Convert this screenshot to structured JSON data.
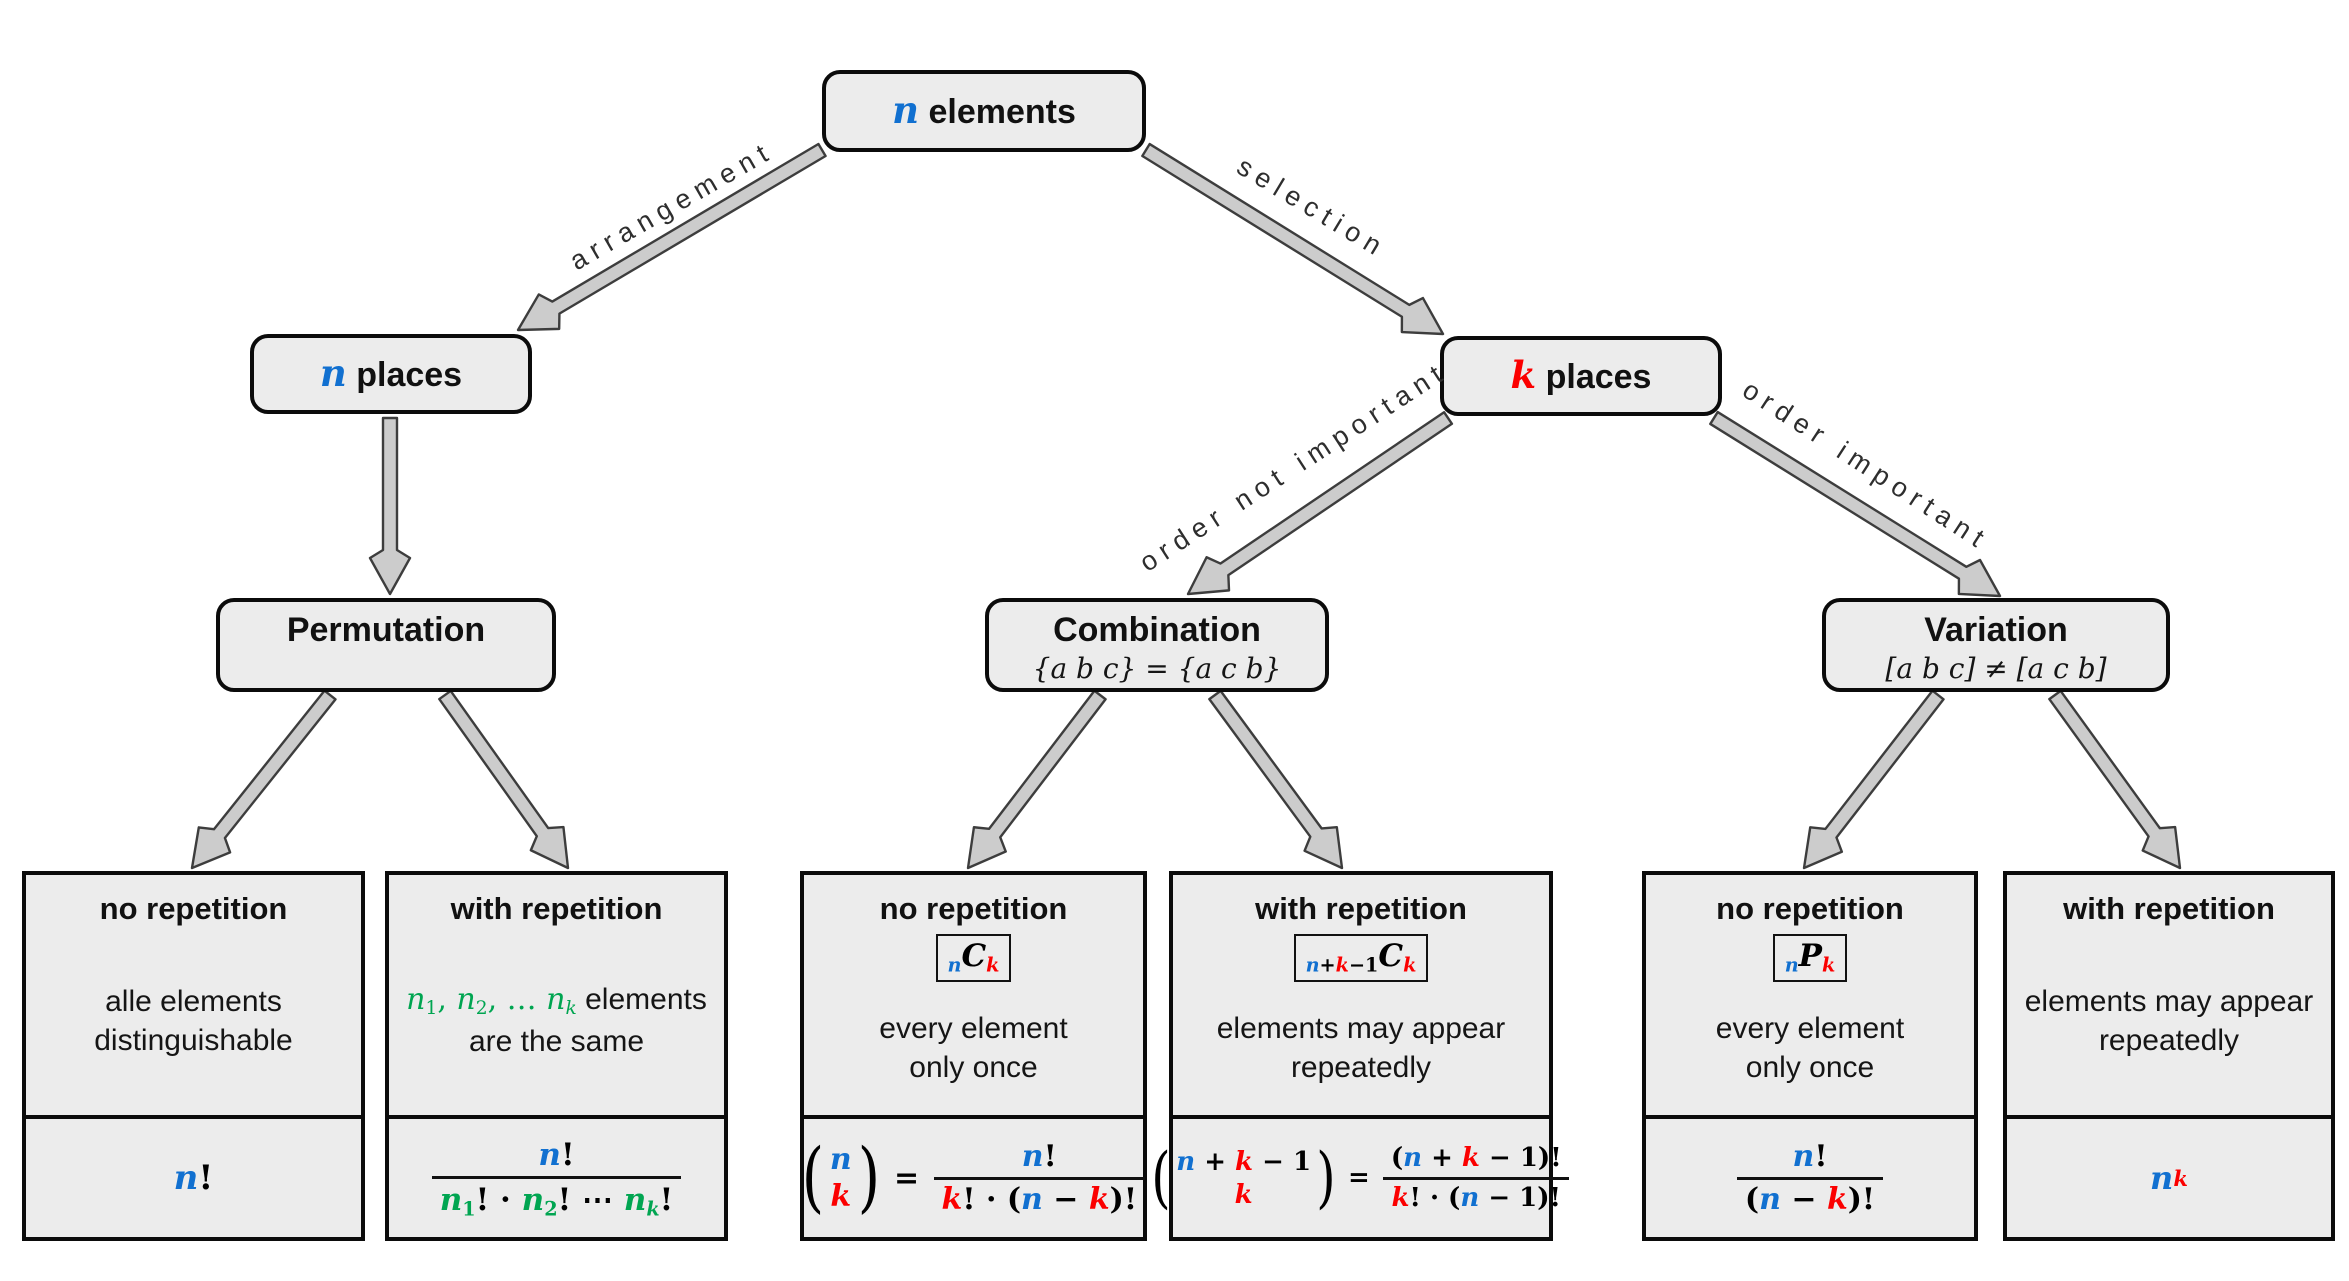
{
  "colors": {
    "blue": "#1170d0",
    "red": "#fb0000",
    "green": "#00a551",
    "box_fill": "#ececec",
    "border": "#0b0b0b",
    "arrow_fill": "#cccccc",
    "arrow_outline": "#3d3d3d"
  },
  "nodes": {
    "root": {
      "title": [
        {
          "t": "n",
          "m": true,
          "c": "blue"
        },
        {
          "t": " elements",
          "bs": true
        }
      ]
    },
    "n_places": {
      "title": [
        {
          "t": "n",
          "m": true,
          "c": "blue"
        },
        {
          "t": " places",
          "bs": true
        }
      ]
    },
    "k_places": {
      "title": [
        {
          "t": "k",
          "m": true,
          "c": "red"
        },
        {
          "t": " places",
          "bs": true
        }
      ]
    },
    "permutation": {
      "title": [
        {
          "t": "Permutation",
          "bs": true
        }
      ]
    },
    "combination": {
      "title": [
        {
          "t": "Combination",
          "bs": true
        }
      ],
      "subtitle": "{a b c} = {a c b}"
    },
    "variation": {
      "title": [
        {
          "t": "Variation",
          "bs": true
        }
      ],
      "subtitle": "[a b c] ≠ [a c b]"
    }
  },
  "edge_labels": {
    "arrangement": "arrangement",
    "selection": "selection",
    "order_not_important": "order not important",
    "order_important": "order important"
  },
  "leaves": [
    {
      "heading": "no repetition",
      "badge": null,
      "description": [
        [
          {
            "t": "alle elements"
          }
        ],
        [
          {
            "t": "distinguishable"
          }
        ]
      ],
      "formula": [
        {
          "t": "n",
          "m": true,
          "c": "blue"
        },
        {
          "t": "!",
          "m": true,
          "up": true
        }
      ]
    },
    {
      "heading": "with repetition",
      "badge": null,
      "description": [
        [
          {
            "t": "n",
            "m": true,
            "lt": true,
            "c": "green"
          },
          {
            "t": "1",
            "m": true,
            "lt": true,
            "up": true,
            "c": "green",
            "sub": true
          },
          {
            "t": ", ",
            "m": true,
            "lt": true,
            "up": true,
            "c": "green"
          },
          {
            "t": "n",
            "m": true,
            "lt": true,
            "c": "green"
          },
          {
            "t": "2",
            "m": true,
            "lt": true,
            "up": true,
            "c": "green",
            "sub": true
          },
          {
            "t": ", … ",
            "m": true,
            "lt": true,
            "up": true,
            "c": "green"
          },
          {
            "t": "n",
            "m": true,
            "lt": true,
            "c": "green"
          },
          {
            "t": "k",
            "m": true,
            "lt": true,
            "c": "green",
            "sub": true
          },
          {
            "t": " elements"
          }
        ],
        [
          {
            "t": "are the same"
          }
        ]
      ],
      "formula": [
        {
          "frac": {
            "num": [
              {
                "t": "n",
                "m": true,
                "c": "blue"
              },
              {
                "t": "!",
                "m": true,
                "up": true
              }
            ],
            "den": [
              {
                "t": "n",
                "m": true,
                "c": "green"
              },
              {
                "t": "1",
                "m": true,
                "up": true,
                "c": "green",
                "sub": true
              },
              {
                "t": "! · ",
                "m": true,
                "up": true
              },
              {
                "t": "n",
                "m": true,
                "c": "green"
              },
              {
                "t": "2",
                "m": true,
                "up": true,
                "c": "green",
                "sub": true
              },
              {
                "t": "! ⋯ ",
                "m": true,
                "up": true
              },
              {
                "t": "n",
                "m": true,
                "c": "green"
              },
              {
                "t": "k",
                "m": true,
                "c": "green",
                "sub": true
              },
              {
                "t": "!",
                "m": true,
                "up": true
              }
            ]
          }
        }
      ]
    },
    {
      "heading": "no repetition",
      "badge": [
        {
          "t": "n",
          "m": true,
          "c": "blue",
          "sub": true
        },
        {
          "t": "C",
          "m": true
        },
        {
          "t": "k",
          "m": true,
          "c": "red",
          "sub": true
        }
      ],
      "description": [
        [
          {
            "t": "every element"
          }
        ],
        [
          {
            "t": "only once"
          }
        ]
      ],
      "formula": [
        {
          "binom": {
            "top": [
              {
                "t": "n",
                "m": true,
                "c": "blue"
              }
            ],
            "bottom": [
              {
                "t": "k",
                "m": true,
                "c": "red"
              }
            ]
          }
        },
        {
          "t": " = ",
          "m": true,
          "up": true
        },
        {
          "frac": {
            "num": [
              {
                "t": "n",
                "m": true,
                "c": "blue"
              },
              {
                "t": "!",
                "m": true,
                "up": true
              }
            ],
            "den": [
              {
                "t": "k",
                "m": true,
                "c": "red"
              },
              {
                "t": "! · (",
                "m": true,
                "up": true
              },
              {
                "t": "n",
                "m": true,
                "c": "blue"
              },
              {
                "t": " − ",
                "m": true,
                "up": true
              },
              {
                "t": "k",
                "m": true,
                "c": "red"
              },
              {
                "t": ")!",
                "m": true,
                "up": true
              }
            ]
          }
        }
      ]
    },
    {
      "heading": "with repetition",
      "badge": [
        {
          "t": "n",
          "m": true,
          "c": "blue",
          "sub": true
        },
        {
          "t": "+",
          "m": true,
          "up": true,
          "sub": true
        },
        {
          "t": "k",
          "m": true,
          "c": "red",
          "sub": true
        },
        {
          "t": "−1",
          "m": true,
          "up": true,
          "sub": true
        },
        {
          "t": "C",
          "m": true
        },
        {
          "t": "k",
          "m": true,
          "c": "red",
          "sub": true
        }
      ],
      "description": [
        [
          {
            "t": "elements may appear"
          }
        ],
        [
          {
            "t": "repeatedly"
          }
        ]
      ],
      "formula": [
        {
          "binom": {
            "top": [
              {
                "t": "n",
                "m": true,
                "c": "blue"
              },
              {
                "t": " + ",
                "m": true,
                "up": true
              },
              {
                "t": "k",
                "m": true,
                "c": "red"
              },
              {
                "t": " − 1",
                "m": true,
                "up": true
              }
            ],
            "bottom": [
              {
                "t": "k",
                "m": true,
                "c": "red"
              }
            ]
          }
        },
        {
          "t": " = ",
          "m": true,
          "up": true
        },
        {
          "frac": {
            "num": [
              {
                "t": "(",
                "m": true,
                "up": true
              },
              {
                "t": "n",
                "m": true,
                "c": "blue"
              },
              {
                "t": " + ",
                "m": true,
                "up": true
              },
              {
                "t": "k",
                "m": true,
                "c": "red"
              },
              {
                "t": " − 1",
                "m": true,
                "up": true
              },
              {
                "t": ")!",
                "m": true,
                "up": true
              }
            ],
            "den": [
              {
                "t": "k",
                "m": true,
                "c": "red"
              },
              {
                "t": "! · (",
                "m": true,
                "up": true
              },
              {
                "t": "n",
                "m": true,
                "c": "blue"
              },
              {
                "t": " − 1)!",
                "m": true,
                "up": true
              }
            ]
          }
        }
      ]
    },
    {
      "heading": "no repetition",
      "badge": [
        {
          "t": "n",
          "m": true,
          "c": "blue",
          "sub": true
        },
        {
          "t": "P",
          "m": true
        },
        {
          "t": "k",
          "m": true,
          "c": "red",
          "sub": true
        }
      ],
      "description": [
        [
          {
            "t": "every element"
          }
        ],
        [
          {
            "t": "only once"
          }
        ]
      ],
      "formula": [
        {
          "frac": {
            "num": [
              {
                "t": "n",
                "m": true,
                "c": "blue"
              },
              {
                "t": "!",
                "m": true,
                "up": true
              }
            ],
            "den": [
              {
                "t": "(",
                "m": true,
                "up": true
              },
              {
                "t": "n",
                "m": true,
                "c": "blue"
              },
              {
                "t": " − ",
                "m": true,
                "up": true
              },
              {
                "t": "k",
                "m": true,
                "c": "red"
              },
              {
                "t": ")!",
                "m": true,
                "up": true
              }
            ]
          }
        }
      ]
    },
    {
      "heading": "with repetition",
      "badge": null,
      "description": [
        [
          {
            "t": "elements may appear"
          }
        ],
        [
          {
            "t": "repeatedly"
          }
        ]
      ],
      "formula": [
        {
          "t": "n",
          "m": true,
          "c": "blue"
        },
        {
          "t": "k",
          "m": true,
          "c": "red",
          "sup": true
        }
      ]
    }
  ]
}
